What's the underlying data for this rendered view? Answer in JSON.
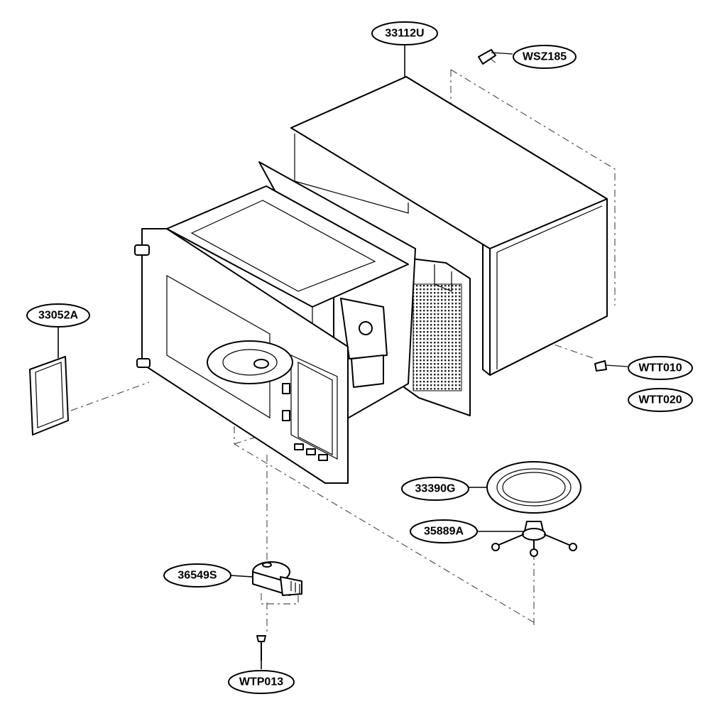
{
  "parts": {
    "cabinet": "33112U",
    "cabinet_screw": "WSZ185",
    "lamp_cover": "33052A",
    "rear_screw_a": "WTT010",
    "rear_screw_b": "WTT020",
    "glass_tray": "33390G",
    "roller_guide": "35889A",
    "drive_motor": "36549S",
    "motor_screw": "WTP013"
  },
  "colors": {
    "line": "#000000",
    "dash": "#555555",
    "background": "#ffffff"
  }
}
